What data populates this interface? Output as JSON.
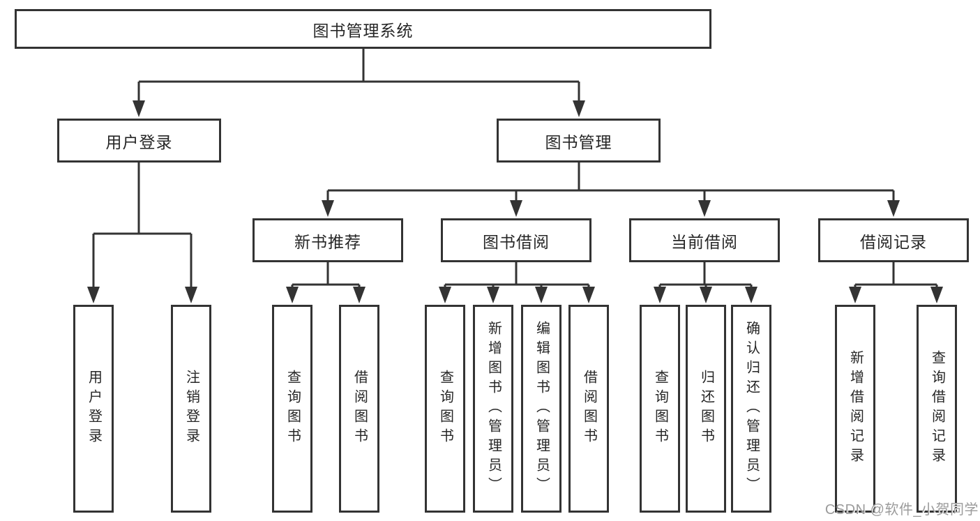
{
  "diagram": {
    "root": {
      "label": "图书管理系统"
    },
    "branches": [
      {
        "label": "用户登录",
        "children": [
          {
            "label": "用户登录"
          },
          {
            "label": "注销登录"
          }
        ]
      },
      {
        "label": "图书管理",
        "children": [
          {
            "label": "新书推荐",
            "children": [
              {
                "label": "查询图书"
              },
              {
                "label": "借阅图书"
              }
            ]
          },
          {
            "label": "图书借阅",
            "children": [
              {
                "label": "查询图书"
              },
              {
                "label": "新增图书（管理员）"
              },
              {
                "label": "编辑图书（管理员）"
              },
              {
                "label": "借阅图书"
              }
            ]
          },
          {
            "label": "当前借阅",
            "children": [
              {
                "label": "查询图书"
              },
              {
                "label": "归还图书"
              },
              {
                "label": "确认归还（管理员）"
              }
            ]
          },
          {
            "label": "借阅记录",
            "children": [
              {
                "label": "新增借阅记录"
              },
              {
                "label": "查询借阅记录"
              }
            ]
          }
        ]
      }
    ]
  },
  "watermark": {
    "text": "CSDN @软件_小贺同学"
  },
  "colors": {
    "line": "#333333",
    "box_border": "#333333",
    "box_fill": "#ffffff",
    "text": "#262626",
    "watermark": "#9b9b9b",
    "background": "#ffffff"
  }
}
